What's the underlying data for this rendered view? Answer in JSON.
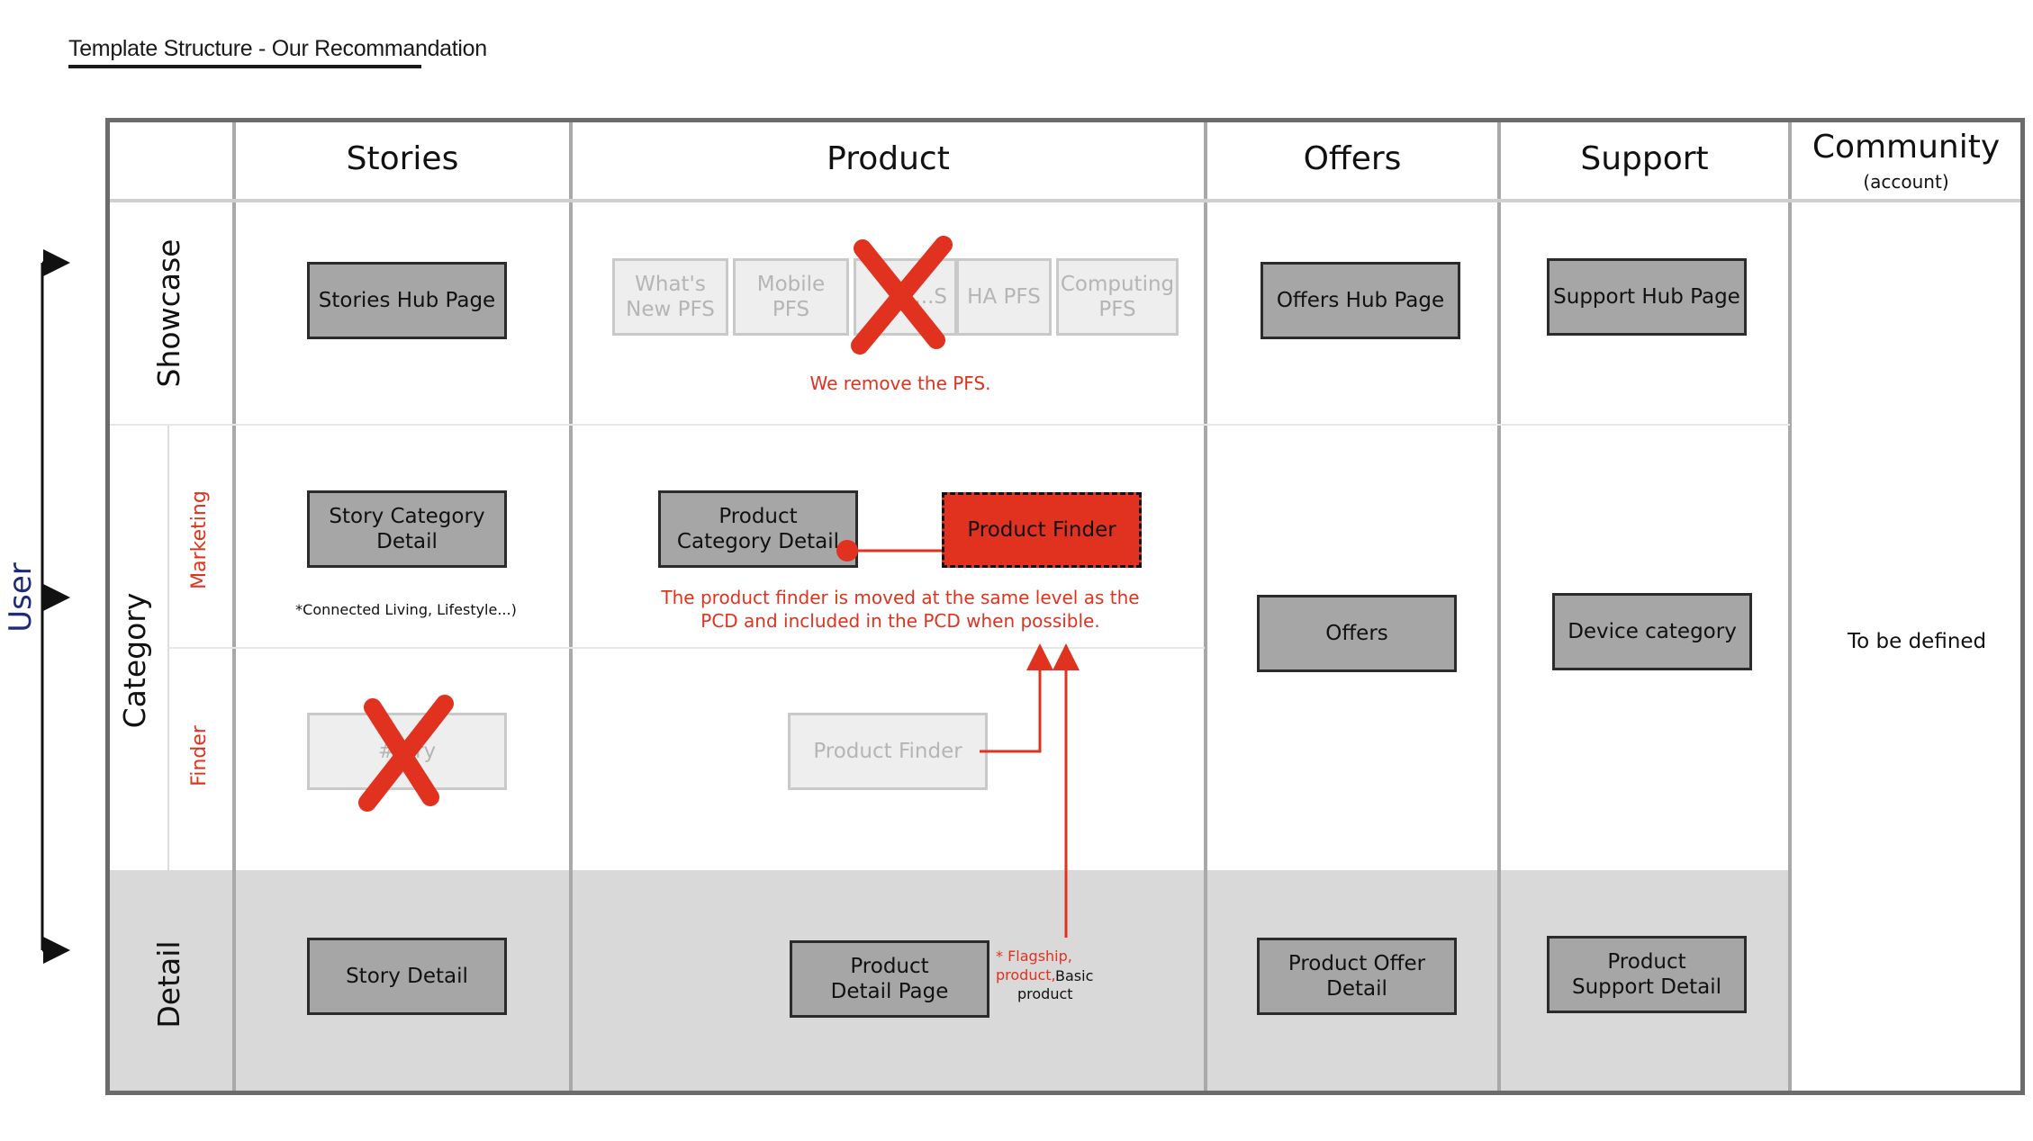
{
  "title": "Template Structure - Our Recommandation",
  "columns": {
    "stories": "Stories",
    "product": "Product",
    "offers": "Offers",
    "support": "Support",
    "community": "Community",
    "community_sub": "(account)"
  },
  "rows": {
    "showcase": "Showcase",
    "category": "Category",
    "detail": "Detail",
    "marketing": "Marketing",
    "finder": "Finder"
  },
  "user_axis": "User",
  "boxes": {
    "stories_hub": "Stories Hub Page",
    "story_category_detail": "Story Category Detail",
    "story_finder_removed": "#...ry",
    "story_detail": "Story Detail",
    "whats_new_pfs": "What's New PFS",
    "mobile_pfs": "Mobile PFS",
    "tv_pfs_removed": "...S",
    "ha_pfs": "HA PFS",
    "computing_pfs": "Computing PFS",
    "product_category_detail": "Product Category Detail",
    "product_finder_main": "Product Finder",
    "product_finder_ghost": "Product Finder",
    "product_detail_page": "Product Detail Page",
    "offers_hub": "Offers Hub Page",
    "offers": "Offers",
    "product_offer_detail": "Product Offer Detail",
    "support_hub": "Support Hub Page",
    "device_category": "Device category",
    "product_support_detail": "Product Support Detail"
  },
  "notes": {
    "remove_pfs": "We remove the PFS.",
    "finder_moved_line1": "The product finder is moved at the same level as the",
    "finder_moved_line2": "PCD and included in the PCD when possible.",
    "connected_living": "*Connected Living, Lifestyle...)",
    "flagship_red": "* Flagship, product,",
    "flagship_black": "Basic",
    "flagship_black2": "product",
    "to_be_defined": "To be defined"
  },
  "colors": {
    "accent_red": "#e0321e",
    "box_gray": "#a6a6a6",
    "ghost_gray": "#eeeeee",
    "detail_band": "#d9d9d9",
    "user_blue": "#1f2a7a"
  }
}
